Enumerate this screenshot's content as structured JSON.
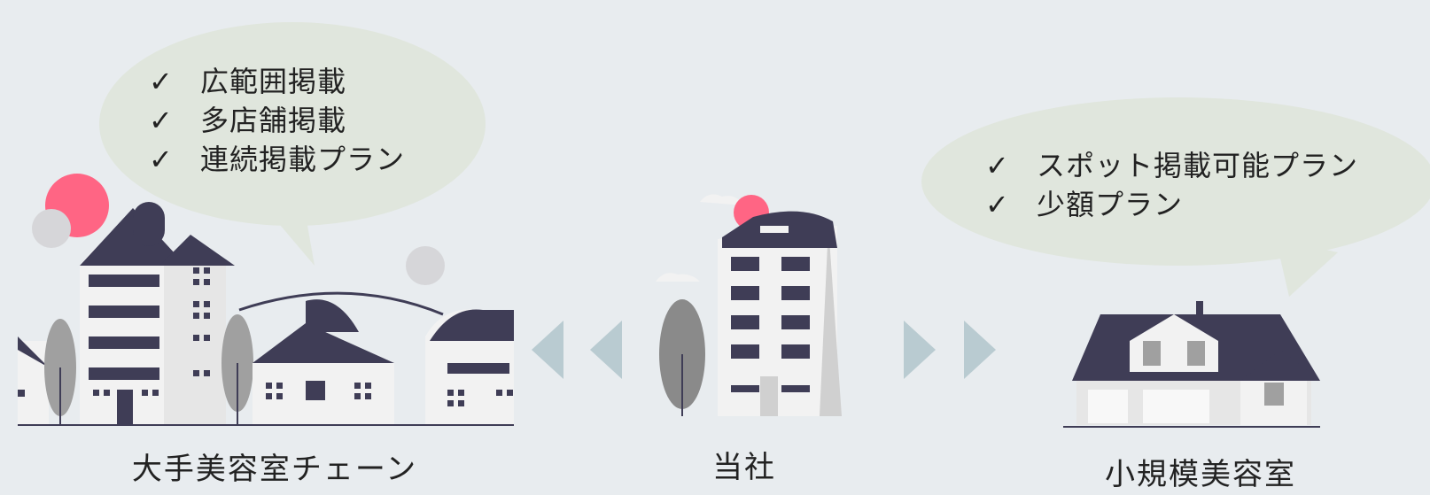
{
  "left_group": {
    "caption": "大手美容室チェーン",
    "features": [
      {
        "check": "✓",
        "text": "広範囲掲載"
      },
      {
        "check": "✓",
        "text": "多店舗掲載"
      },
      {
        "check": "✓",
        "text": "連続掲載プラン"
      }
    ]
  },
  "center_group": {
    "caption": "当社"
  },
  "right_group": {
    "caption": "小規模美容室",
    "features": [
      {
        "check": "✓",
        "text": "スポット掲載可能プラン"
      },
      {
        "check": "✓",
        "text": "少額プラン"
      }
    ]
  },
  "colors": {
    "background": "#e8ecef",
    "bubble": "#e0e6dd",
    "roof": "#3f3d56",
    "accent_pink": "#ff6584",
    "arrow": "#b9cbd1",
    "wall": "#f2f2f2"
  }
}
